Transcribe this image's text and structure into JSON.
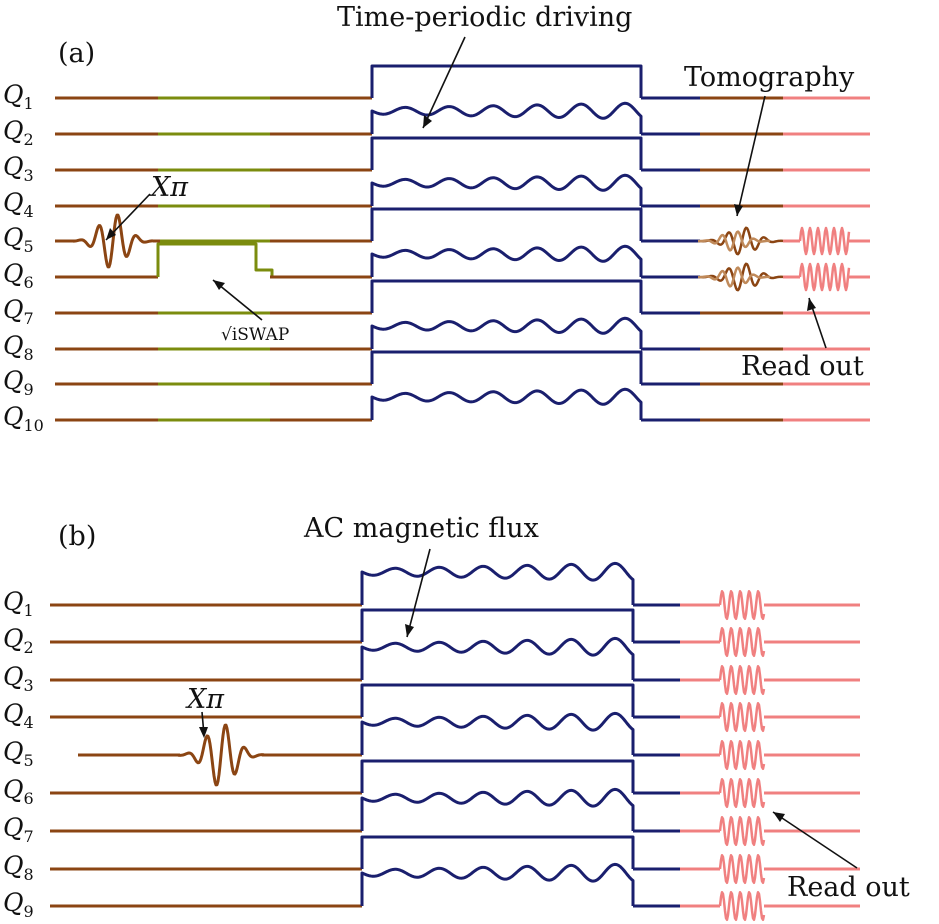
{
  "panel_a": {
    "label": "(a)",
    "qubits": [
      "Q1",
      "Q2",
      "Q3",
      "Q4",
      "Q5",
      "Q6",
      "Q7",
      "Q8",
      "Q9",
      "Q10"
    ],
    "annotations": {
      "driving": "Time-periodic driving",
      "tomography": "Tomography",
      "xpi": "Xπ",
      "iswap": "√iSWAP",
      "readout": "Read out"
    }
  },
  "panel_b": {
    "label": "(b)",
    "qubits": [
      "Q1",
      "Q2",
      "Q3",
      "Q4",
      "Q5",
      "Q6",
      "Q7",
      "Q8",
      "Q9"
    ],
    "annotations": {
      "flux": "AC magnetic flux",
      "xpi": "Xπ",
      "readout": "Read out"
    }
  },
  "colors": {
    "idle": "#8B4513",
    "swap": "#7B8C0E",
    "drive": "#1A1F6E",
    "readout": "#F08080",
    "text": "#111111"
  }
}
